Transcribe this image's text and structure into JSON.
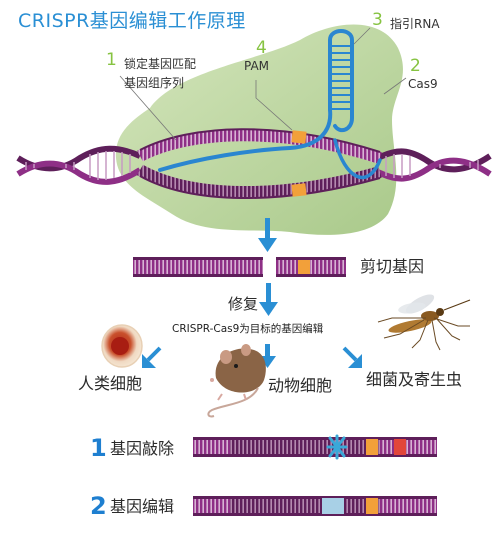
{
  "title": "CRISPR基因编辑工作原理",
  "callouts": [
    {
      "num": "1",
      "text_line1": "锁定基因匹配",
      "text_line2": "基因组序列"
    },
    {
      "num": "2",
      "text": "Cas9"
    },
    {
      "num": "3",
      "text": "指引RNA"
    },
    {
      "num": "4",
      "text": "PAM"
    }
  ],
  "cut_label": "剪切基因",
  "repair_label": "修复",
  "subtitle": "CRISPR-Cas9为目标的基因编辑",
  "targets": [
    {
      "label": "人类细胞",
      "icon": "cell-icon"
    },
    {
      "label": "动物细胞",
      "icon": "mouse-icon"
    },
    {
      "label": "细菌及寄生虫",
      "icon": "mosquito-icon"
    }
  ],
  "results": [
    {
      "num": "1",
      "label": "基因敲除"
    },
    {
      "num": "2",
      "label": "基因编辑"
    }
  ],
  "colors": {
    "title_blue": "#2a8fd4",
    "arrow_blue": "#2a8fd4",
    "callout_green": "#86c341",
    "cas9_green": "#c6dba5",
    "dna_dark": "#5e1f5a",
    "dna_magenta": "#8e2f86",
    "dna_stripe": "#c79bc3",
    "pam_orange": "#f2a03a",
    "rna_blue": "#2a86d0",
    "knockout_cyan": "#3aa8d8",
    "edit_lightblue": "#a8d0e6",
    "red_mark": "#e2463a"
  }
}
